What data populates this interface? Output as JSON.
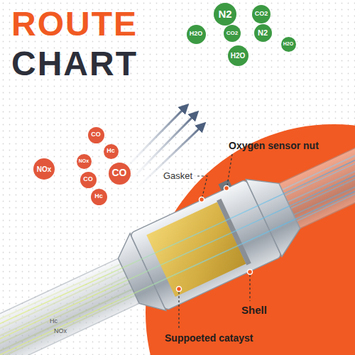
{
  "diagram": {
    "title": "ROUTE",
    "nodes": [
      {
        "text": [
          "N2"
        ]
      },
      {
        "text": [
          "CO2"
        ]
      },
      {
        "text": [
          "H2O"
        ]
      },
      {
        "text": [
          "CO2"
        ]
      },
      {
        "text": [
          "N2"
        ]
      },
      {
        "text": [
          "H2O"
        ]
      },
      {
        "text": [
          "H2O"
        ]
      },
      {
        "text": [
          "CO"
        ]
      },
      {
        "text": [
          "Hc"
        ]
      },
      {
        "text": [
          "NOx"
        ]
      },
      {
        "text": [
          "NOx"
        ]
      },
      {
        "text": [
          "CO"
        ]
      },
      {
        "text": [
          "CO"
        ]
      },
      {
        "text": [
          "Hc"
        ]
      }
    ],
    "labels": [
      "CHART",
      "Oxygen sensor nut",
      "Gasket",
      "Shell",
      "Suppoeted catayst",
      "Hc",
      "NOx"
    ]
  }
}
